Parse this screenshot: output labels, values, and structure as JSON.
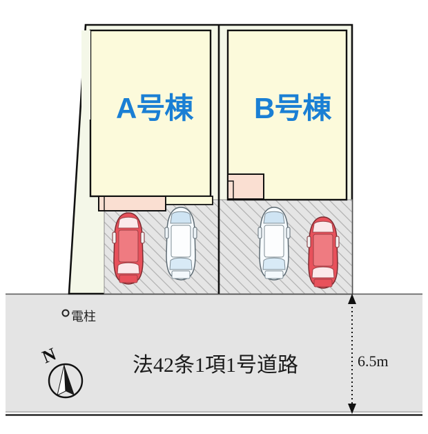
{
  "diagram": {
    "type": "site-plan",
    "title_text_present": false,
    "buildings": [
      {
        "id": "A",
        "label": "A号棟",
        "label_color": "#1a7fd4",
        "fill": "#fcfadb",
        "outline": "#111111"
      },
      {
        "id": "B",
        "label": "B号棟",
        "label_color": "#1a7fd4",
        "fill": "#fcfadb",
        "outline": "#111111"
      }
    ],
    "land": {
      "fill": "#f4f7e8",
      "outline": "#111111"
    },
    "entrances": [
      {
        "owner": "A",
        "fill": "#fadfd2"
      },
      {
        "owner": "B",
        "fill": "#fadfd2"
      }
    ],
    "parking": {
      "fill": "#e3e3e3",
      "hatch_color": "#b4b4b4",
      "stall_count": 4,
      "cars": [
        {
          "slot": 1,
          "owner": "A",
          "color_name": "red",
          "body": "#e8515b",
          "glass": "#f6dcdd"
        },
        {
          "slot": 2,
          "owner": "A",
          "color_name": "white",
          "body": "#f2f8fc",
          "glass": "#d6e8f5"
        },
        {
          "slot": 3,
          "owner": "B",
          "color_name": "white",
          "body": "#f2f8fc",
          "glass": "#d6e8f5"
        },
        {
          "slot": 4,
          "owner": "B",
          "color_name": "red",
          "body": "#e8515b",
          "glass": "#f6dcdd"
        }
      ]
    },
    "road": {
      "label": "法42条1項1号道路",
      "fill": "#e4e4e4",
      "edge_color": "#333333"
    },
    "dimension": {
      "label": "6.5m",
      "orientation": "vertical",
      "style": "dotted-double-arrow"
    },
    "utility_pole": {
      "label": "電柱",
      "marker": "circle-outline"
    },
    "compass": {
      "label": "N",
      "marker": "north-arrow-circle"
    }
  }
}
